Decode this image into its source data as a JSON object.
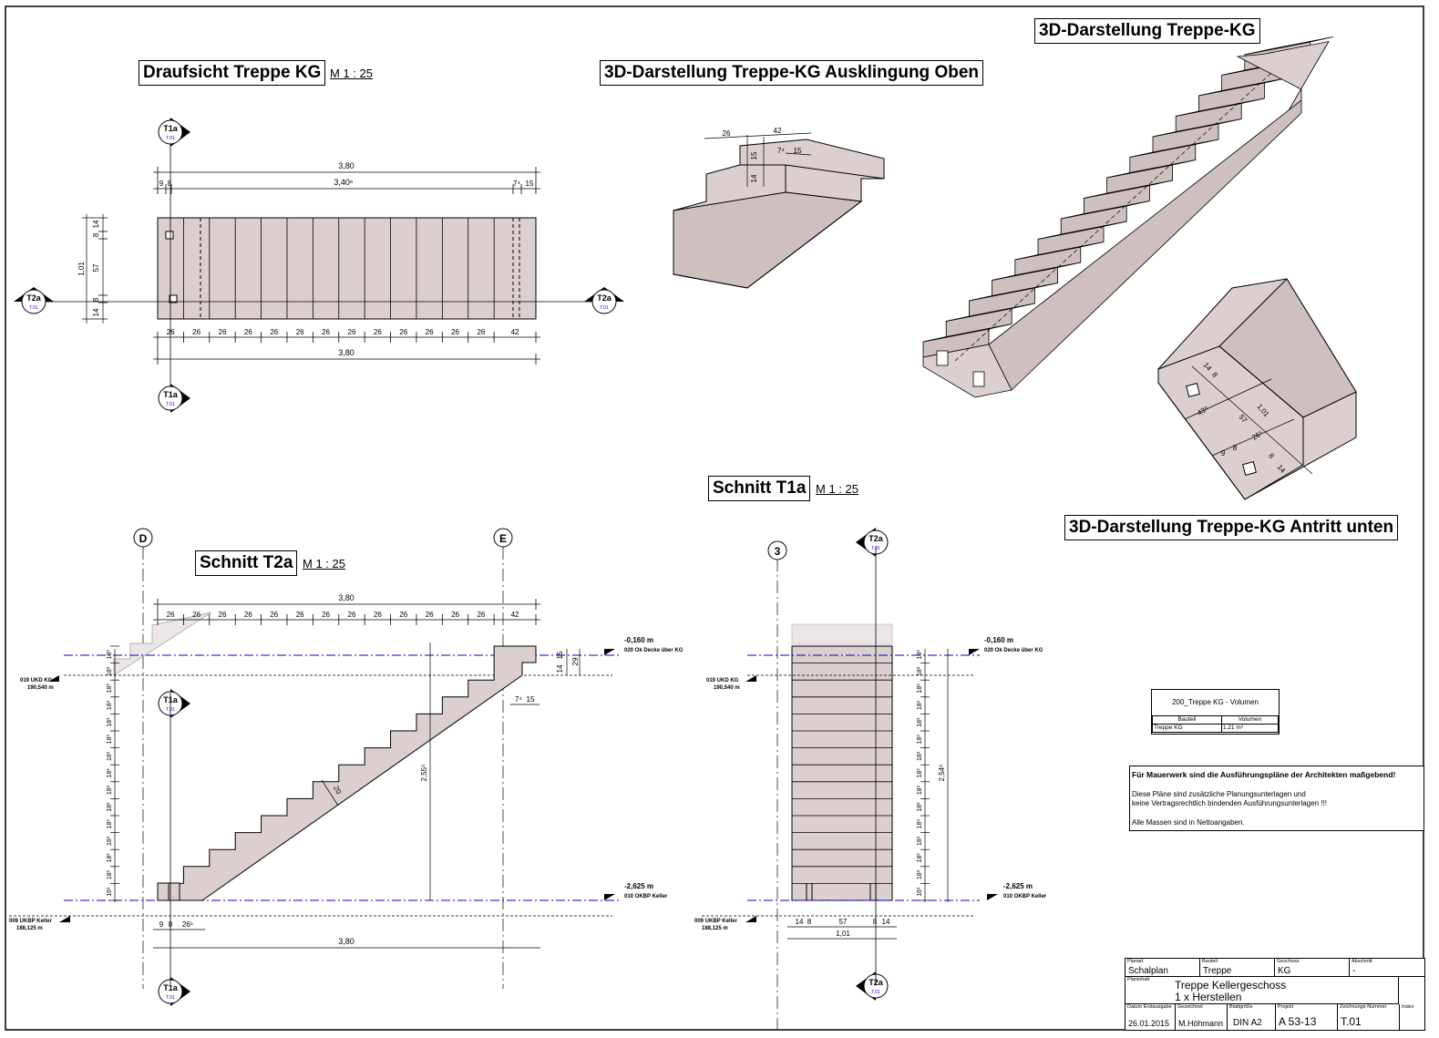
{
  "titles": {
    "draufsicht": "Draufsicht Treppe KG",
    "draufsicht_scale": "M 1 : 25",
    "ausklingung": "3D-Darstellung Treppe-KG Ausklingung Oben",
    "treppe_3d": "3D-Darstellung Treppe-KG",
    "antritt": "3D-Darstellung Treppe-KG Antritt unten",
    "schnitt_t1a": "Schnitt T1a",
    "schnitt_t1a_scale": "M 1 : 25",
    "schnitt_t2a": "Schnitt T2a",
    "schnitt_t2a_scale": "M 1 : 25"
  },
  "section_markers": {
    "t1a": "T1a",
    "t2a": "T2a",
    "sheet_ref": "T.01"
  },
  "axes": {
    "d": "D",
    "e": "E",
    "three": "3"
  },
  "plan_dims": {
    "total": "3,80",
    "inner": "3,40⁶",
    "left_a": "9",
    "left_b": "8",
    "right_a": "7⁴",
    "right_b": "15",
    "width_total": "1,01",
    "w_top_a": "14",
    "w_top_b": "8",
    "w_mid": "57",
    "w_bot_a": "8",
    "w_bot_b": "14",
    "treads": [
      "26",
      "26",
      "26",
      "26",
      "26",
      "26",
      "26",
      "26",
      "26",
      "26",
      "26",
      "26",
      "26",
      "42"
    ]
  },
  "ausklingung_dims": {
    "d26": "26",
    "d42": "42",
    "d15a": "15",
    "d14": "14",
    "d7": "7⁴",
    "d15b": "15"
  },
  "antritt_dims": {
    "a14": "14",
    "a8": "8",
    "a43": "43⁸",
    "a57": "57",
    "a101": "1,01",
    "a26": "26⁵",
    "a9": "9",
    "a8b": "8",
    "a8c": "8",
    "a14b": "14"
  },
  "section_t2a_dims": {
    "total_top": "3,80",
    "total_bottom": "3,80",
    "treads": [
      "26",
      "26",
      "26",
      "26",
      "26",
      "26",
      "26",
      "26",
      "26",
      "26",
      "26",
      "26",
      "26",
      "42"
    ],
    "rise": "18³",
    "rise_first": "16¹",
    "height": "2,55⁵",
    "slab_a": "14",
    "slab_b": "15",
    "slab_c": "29",
    "edge_a": "7⁴",
    "edge_b": "15",
    "bottom_a": "9",
    "bottom_b": "8",
    "bottom_c": "26⁵",
    "thickness": "20"
  },
  "section_t1a_dims": {
    "height": "2,54⁵",
    "rise": "18³",
    "rise_first": "16¹",
    "w14a": "14",
    "w8a": "8",
    "w57": "57",
    "w8b": "8",
    "w14b": "14",
    "w_total": "1,01"
  },
  "levels": {
    "top_value": "-0,160 m",
    "top_label": "020 Ok Decke über KG",
    "ukd_label": "019 UKD KG",
    "ukd_value": "190,540 m",
    "bottom_value": "-2,625 m",
    "bottom_label": "010 OKBP Keller",
    "ukbp_label": "009 UKBP Keller",
    "ukbp_value": "188,125 m"
  },
  "volume_table": {
    "title": "200_Treppe KG - Volumen",
    "col1": "Bauteil",
    "col2": "Volumen",
    "row_name": "Treppe KG",
    "row_value": "1,21 m³"
  },
  "notes": {
    "bold": "Für Mauerwerk sind die Ausführungspläne der Architekten maßgebend!",
    "line1": "Diese Pläne sind zusätzliche Planungsunterlagen und",
    "line2": "keine Vertragsrechtlich bindenden Ausführungsunterlagen !!!",
    "line3": "Alle Massen sind in Nettoangaben."
  },
  "title_block": {
    "planart_label": "Planart",
    "planart": "Schalplan",
    "bauteil_label": "Bauteil",
    "bauteil": "Treppe",
    "geschoss_label": "Geschoss",
    "geschoss": "KG",
    "abschnitt_label": "Abschnitt",
    "abschnitt": "-",
    "planinhalt_label": "Planinhalt",
    "planinhalt1": "Treppe Kellergeschoss",
    "planinhalt2": "1 x Herstellen",
    "datum_label": "Datum Erstausgabe",
    "datum": "26.01.2015",
    "gezeichnet_label": "Gezeichnet",
    "gezeichnet": "M.Höhmann",
    "blatt_label": "Blattgröße",
    "blatt": "DIN A2",
    "projekt_label": "Projekt",
    "projekt": "A 53-13",
    "zeichnung_label": "Zeichnungs-Nummer",
    "zeichnung": "T.01",
    "index_label": "Index"
  },
  "colors": {
    "concrete": "#dccfcf",
    "concrete_dark": "#cfc0c0",
    "level_line": "#0000cc",
    "marker_text": "#0000cc"
  }
}
